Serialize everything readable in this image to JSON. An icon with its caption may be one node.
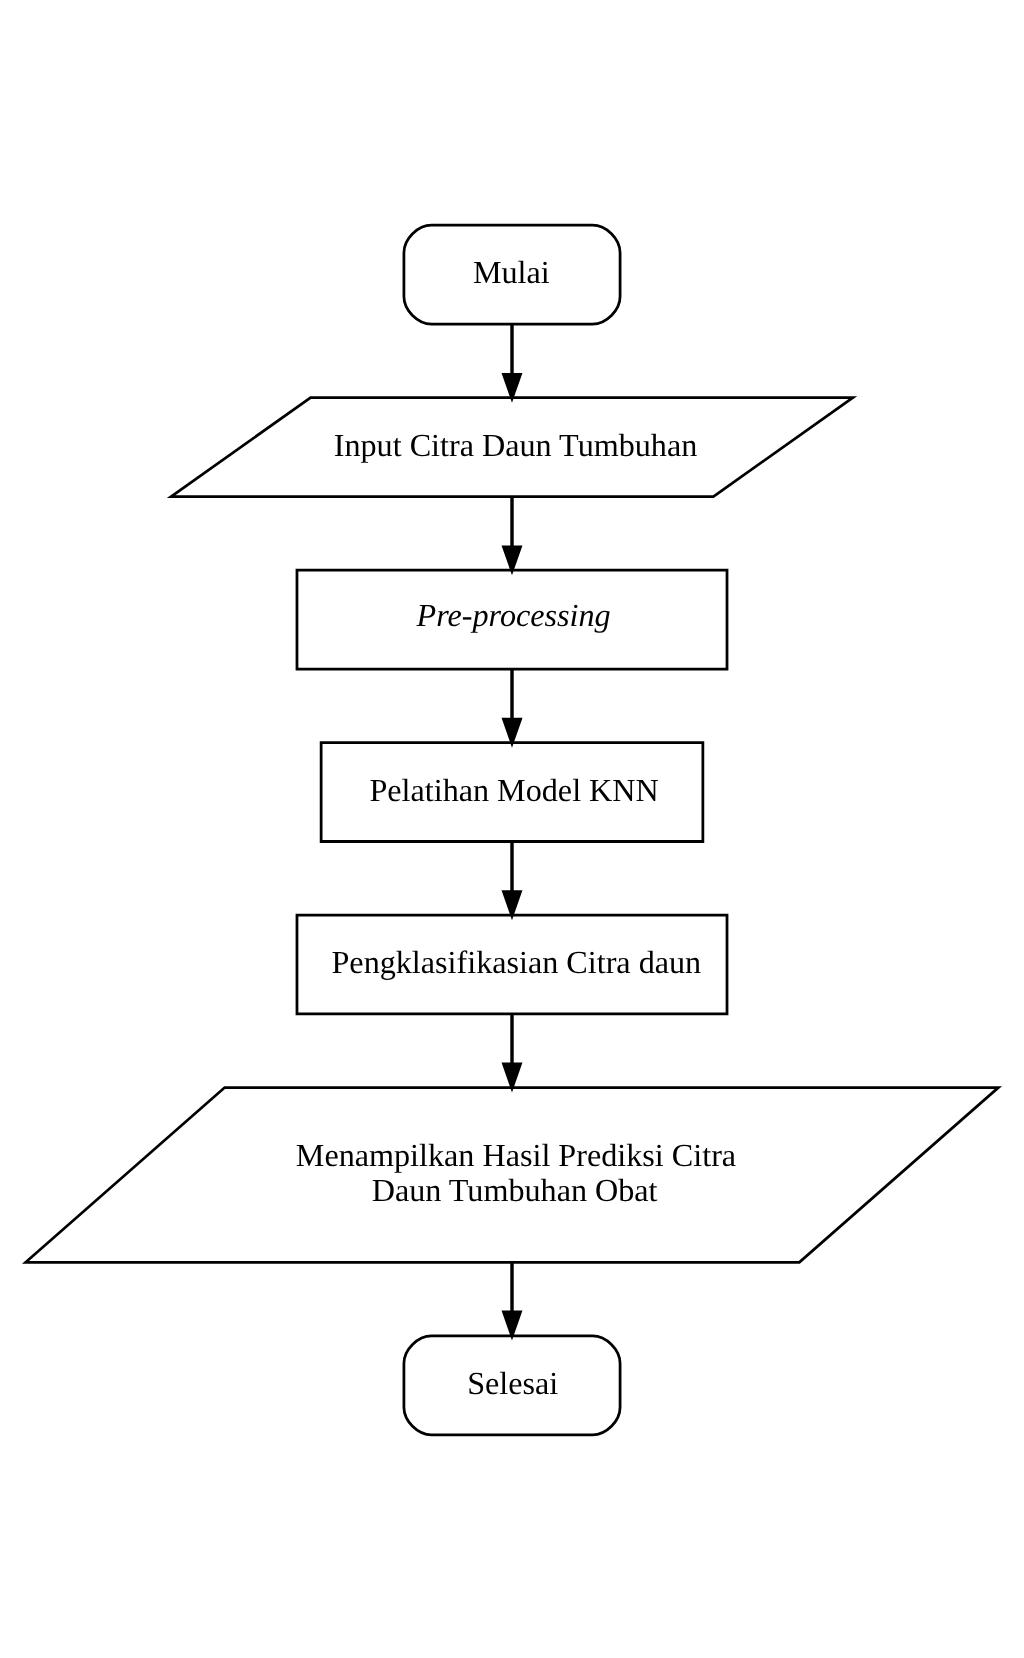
{
  "diagram": {
    "nodes": [
      {
        "text": [
          "Mulai"
        ]
      },
      {
        "text": [
          "Input Citra Daun Tumbuhan"
        ]
      },
      {
        "text": [
          "Pre-processing"
        ]
      },
      {
        "text": [
          "Pelatihan Model KNN"
        ]
      },
      {
        "text": [
          "Pengklasifikasian Citra daun"
        ]
      },
      {
        "text": [
          "Menampilkan Hasil Prediksi Citra Daun Tumbuhan Obat"
        ]
      },
      {
        "text": [
          "Selesai"
        ]
      }
    ],
    "edges": [
      {
        "from": 0,
        "to": 1,
        "arrow": "to"
      },
      {
        "from": 1,
        "to": 2,
        "arrow": "to"
      },
      {
        "from": 2,
        "to": 3,
        "arrow": "to"
      },
      {
        "from": 3,
        "to": 4,
        "arrow": "to"
      },
      {
        "from": 4,
        "to": 5,
        "arrow": "to"
      },
      {
        "from": 5,
        "to": 6,
        "arrow": "to"
      }
    ]
  }
}
